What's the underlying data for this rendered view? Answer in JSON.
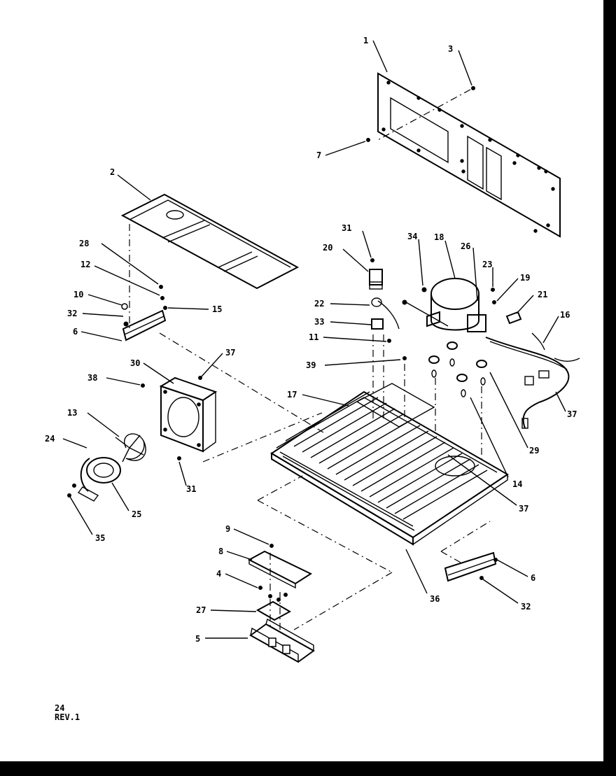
{
  "diagram": {
    "callouts": [
      {
        "id": "c1",
        "label": "1"
      },
      {
        "id": "c3",
        "label": "3"
      },
      {
        "id": "c7",
        "label": "7"
      },
      {
        "id": "c2",
        "label": "2"
      },
      {
        "id": "c28",
        "label": "28"
      },
      {
        "id": "c12",
        "label": "12"
      },
      {
        "id": "c10",
        "label": "10"
      },
      {
        "id": "c15",
        "label": "15"
      },
      {
        "id": "c32a",
        "label": "32"
      },
      {
        "id": "c6a",
        "label": "6"
      },
      {
        "id": "c37a",
        "label": "37"
      },
      {
        "id": "c30",
        "label": "30"
      },
      {
        "id": "c38",
        "label": "38"
      },
      {
        "id": "c13",
        "label": "13"
      },
      {
        "id": "c24",
        "label": "24"
      },
      {
        "id": "c31b",
        "label": "31"
      },
      {
        "id": "c25",
        "label": "25"
      },
      {
        "id": "c35",
        "label": "35"
      },
      {
        "id": "c31a",
        "label": "31"
      },
      {
        "id": "c20",
        "label": "20"
      },
      {
        "id": "c22",
        "label": "22"
      },
      {
        "id": "c33",
        "label": "33"
      },
      {
        "id": "c11",
        "label": "11"
      },
      {
        "id": "c39",
        "label": "39"
      },
      {
        "id": "c34",
        "label": "34"
      },
      {
        "id": "c18",
        "label": "18"
      },
      {
        "id": "c26",
        "label": "26"
      },
      {
        "id": "c23",
        "label": "23"
      },
      {
        "id": "c19",
        "label": "19"
      },
      {
        "id": "c21",
        "label": "21"
      },
      {
        "id": "c16",
        "label": "16"
      },
      {
        "id": "c37b",
        "label": "37"
      },
      {
        "id": "c29",
        "label": "29"
      },
      {
        "id": "c14",
        "label": "14"
      },
      {
        "id": "c17",
        "label": "17"
      },
      {
        "id": "c37c",
        "label": "37"
      },
      {
        "id": "c36",
        "label": "36"
      },
      {
        "id": "c9",
        "label": "9"
      },
      {
        "id": "c8",
        "label": "8"
      },
      {
        "id": "c4",
        "label": "4"
      },
      {
        "id": "c27",
        "label": "27"
      },
      {
        "id": "c5",
        "label": "5"
      },
      {
        "id": "c6b",
        "label": "6"
      },
      {
        "id": "c32b",
        "label": "32"
      }
    ]
  },
  "footer": {
    "page": "24",
    "revision": "REV.1"
  }
}
